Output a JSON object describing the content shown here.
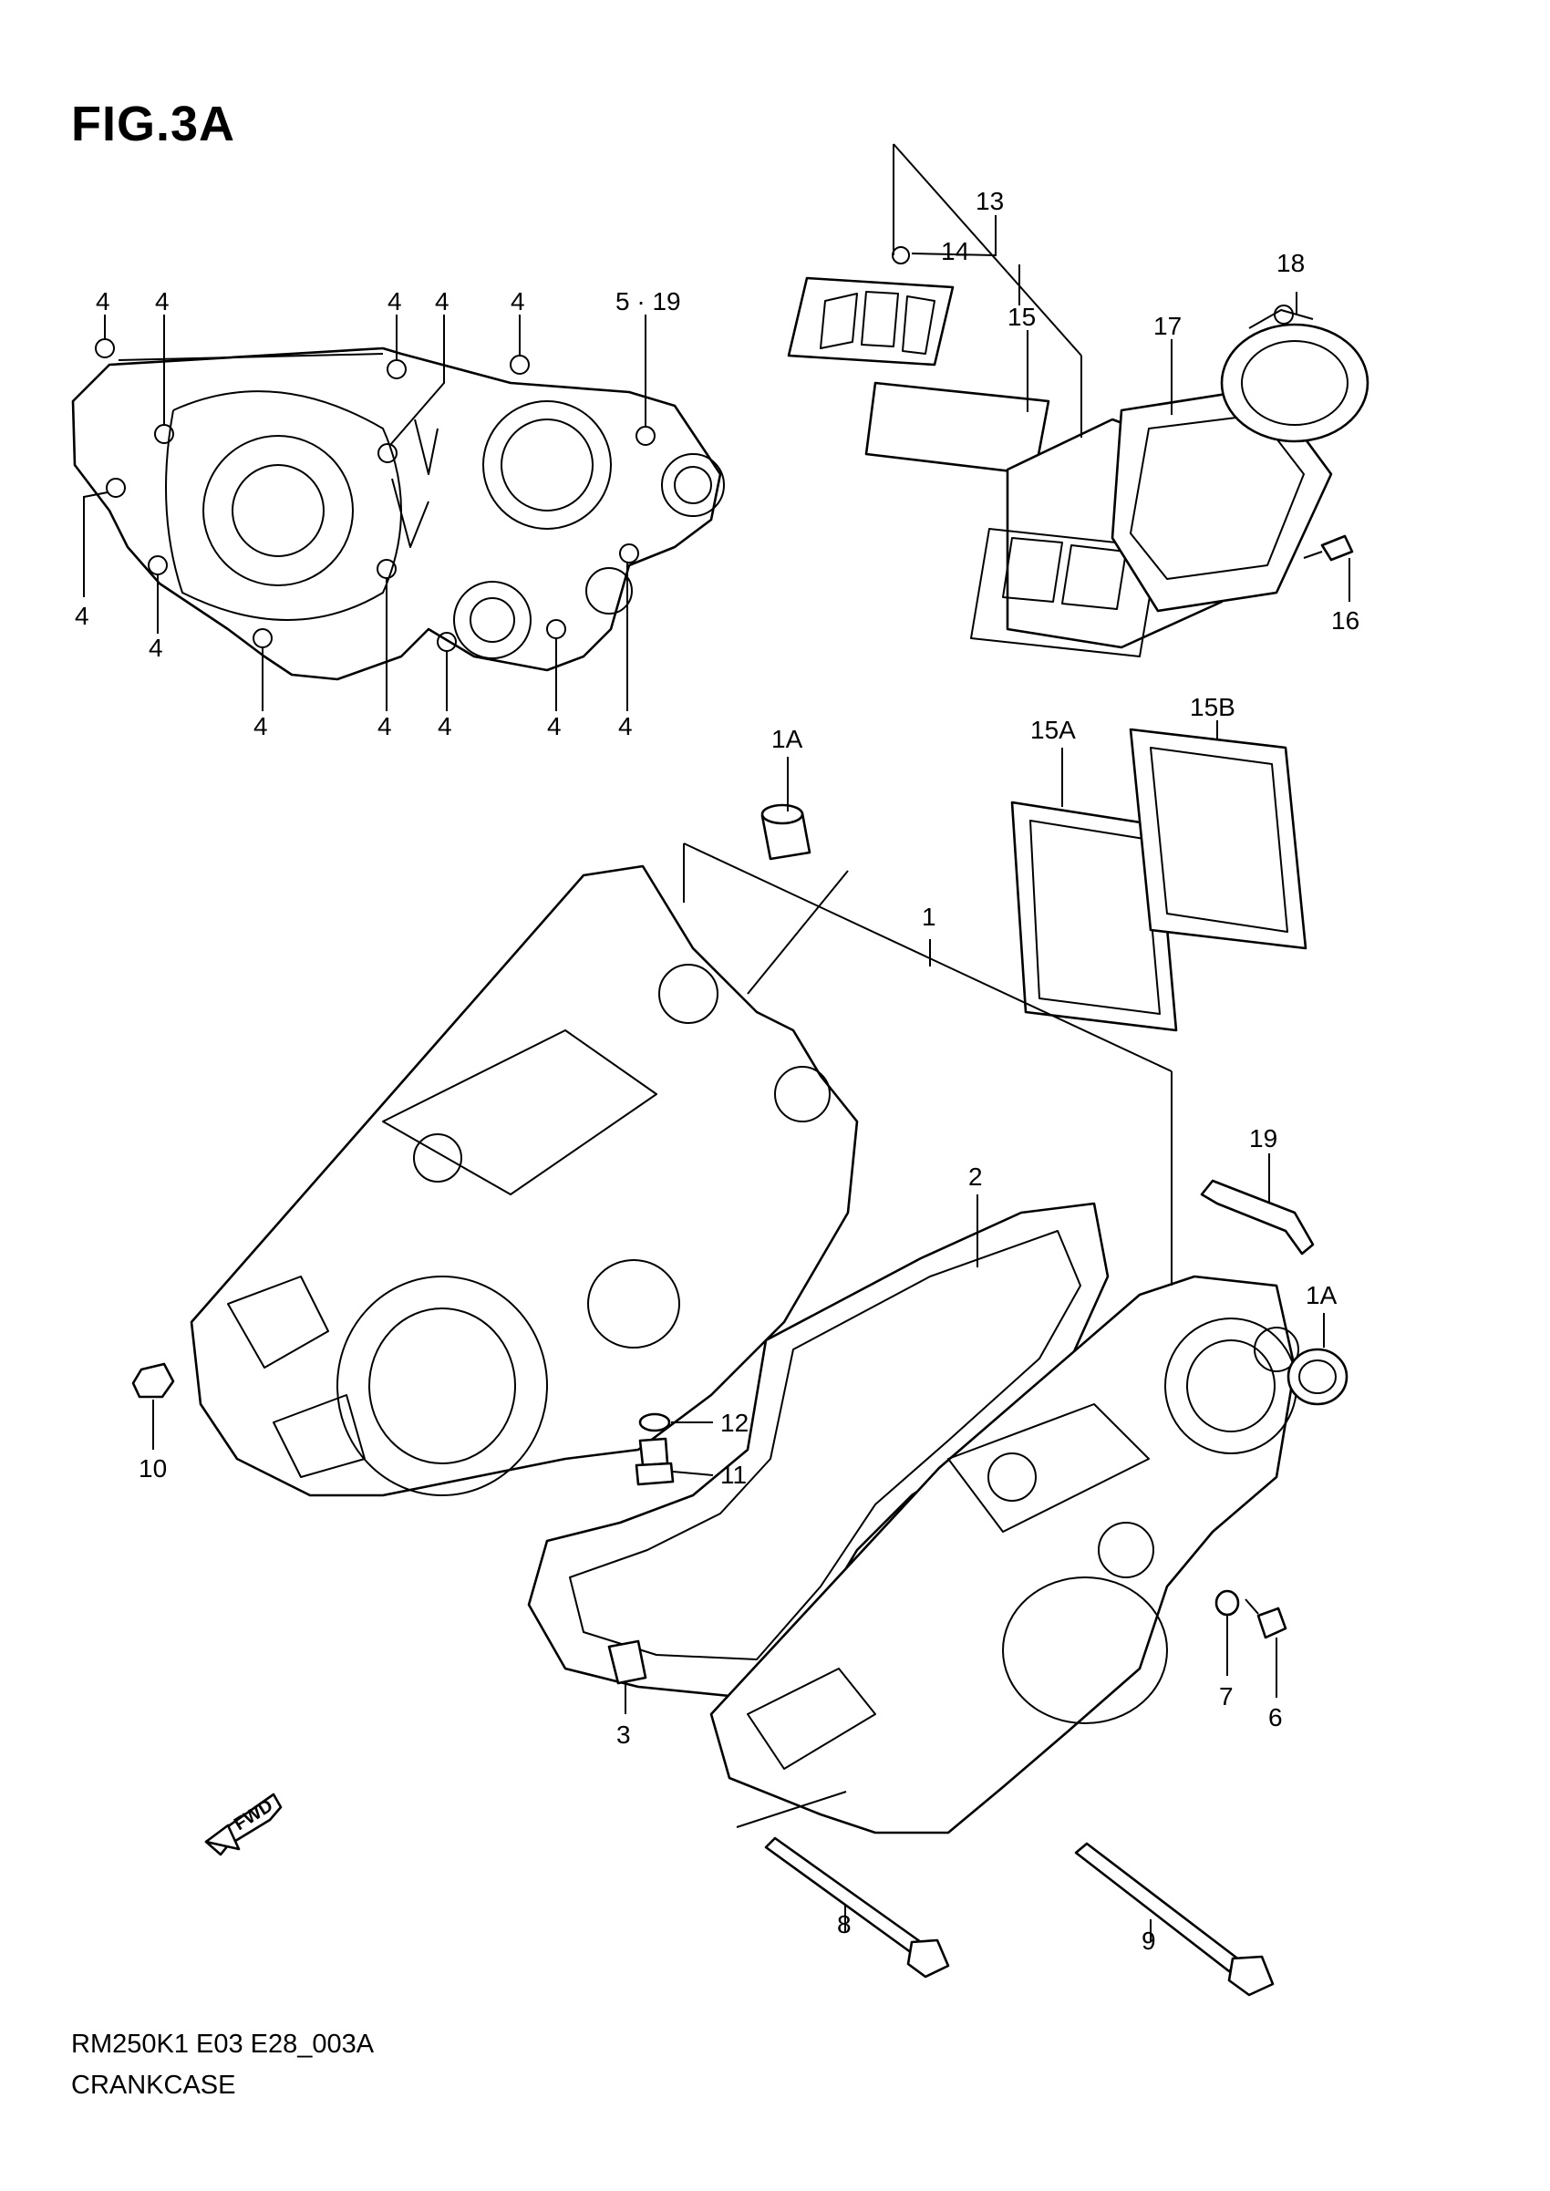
{
  "figure": {
    "title": "FIG.3A",
    "code": "RM250K1 E03 E28_003A",
    "name": "CRANKCASE",
    "fwd_label": "FWD"
  },
  "callouts": [
    {
      "id": "c4a",
      "text": "4"
    },
    {
      "id": "c4b",
      "text": "4"
    },
    {
      "id": "c4c",
      "text": "4"
    },
    {
      "id": "c4d",
      "text": "4"
    },
    {
      "id": "c4e",
      "text": "4"
    },
    {
      "id": "c519",
      "text": "5 · 19"
    },
    {
      "id": "c4f",
      "text": "4"
    },
    {
      "id": "c4g",
      "text": "4"
    },
    {
      "id": "c4h",
      "text": "4"
    },
    {
      "id": "c4i",
      "text": "4"
    },
    {
      "id": "c4j",
      "text": "4"
    },
    {
      "id": "c4k",
      "text": "4"
    },
    {
      "id": "c4l",
      "text": "4"
    },
    {
      "id": "c13",
      "text": "13"
    },
    {
      "id": "c14",
      "text": "14"
    },
    {
      "id": "c15",
      "text": "15"
    },
    {
      "id": "c17",
      "text": "17"
    },
    {
      "id": "c18",
      "text": "18"
    },
    {
      "id": "c16",
      "text": "16"
    },
    {
      "id": "c1Aa",
      "text": "1A"
    },
    {
      "id": "c15A",
      "text": "15A"
    },
    {
      "id": "c15B",
      "text": "15B"
    },
    {
      "id": "c1",
      "text": "1"
    },
    {
      "id": "c19",
      "text": "19"
    },
    {
      "id": "c2",
      "text": "2"
    },
    {
      "id": "c1Ab",
      "text": "1A"
    },
    {
      "id": "c10",
      "text": "10"
    },
    {
      "id": "c12",
      "text": "12"
    },
    {
      "id": "c11",
      "text": "11"
    },
    {
      "id": "c7",
      "text": "7"
    },
    {
      "id": "c6",
      "text": "6"
    },
    {
      "id": "c3",
      "text": "3"
    },
    {
      "id": "c8",
      "text": "8"
    },
    {
      "id": "c9",
      "text": "9"
    }
  ]
}
